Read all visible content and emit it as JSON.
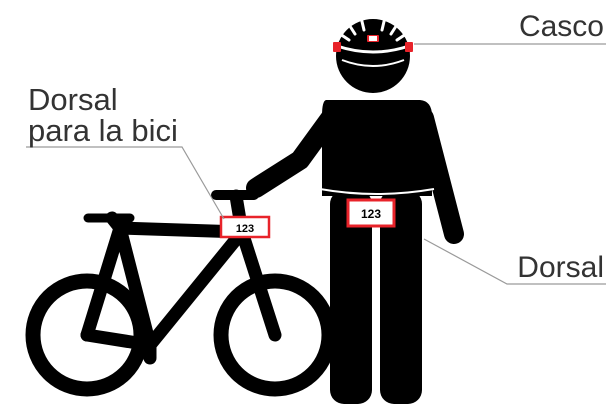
{
  "labels": {
    "helmet": "Casco",
    "bike_plate": [
      "Dorsal",
      "para la bici"
    ],
    "body_plate": "Dorsal"
  },
  "plates": {
    "bike_number": "123",
    "body_number": "123"
  },
  "colors": {
    "silhouette": "#000000",
    "accent": "#e8232a",
    "leader_line": "#9a9a9a",
    "label_text": "#333333",
    "background": "#ffffff"
  }
}
